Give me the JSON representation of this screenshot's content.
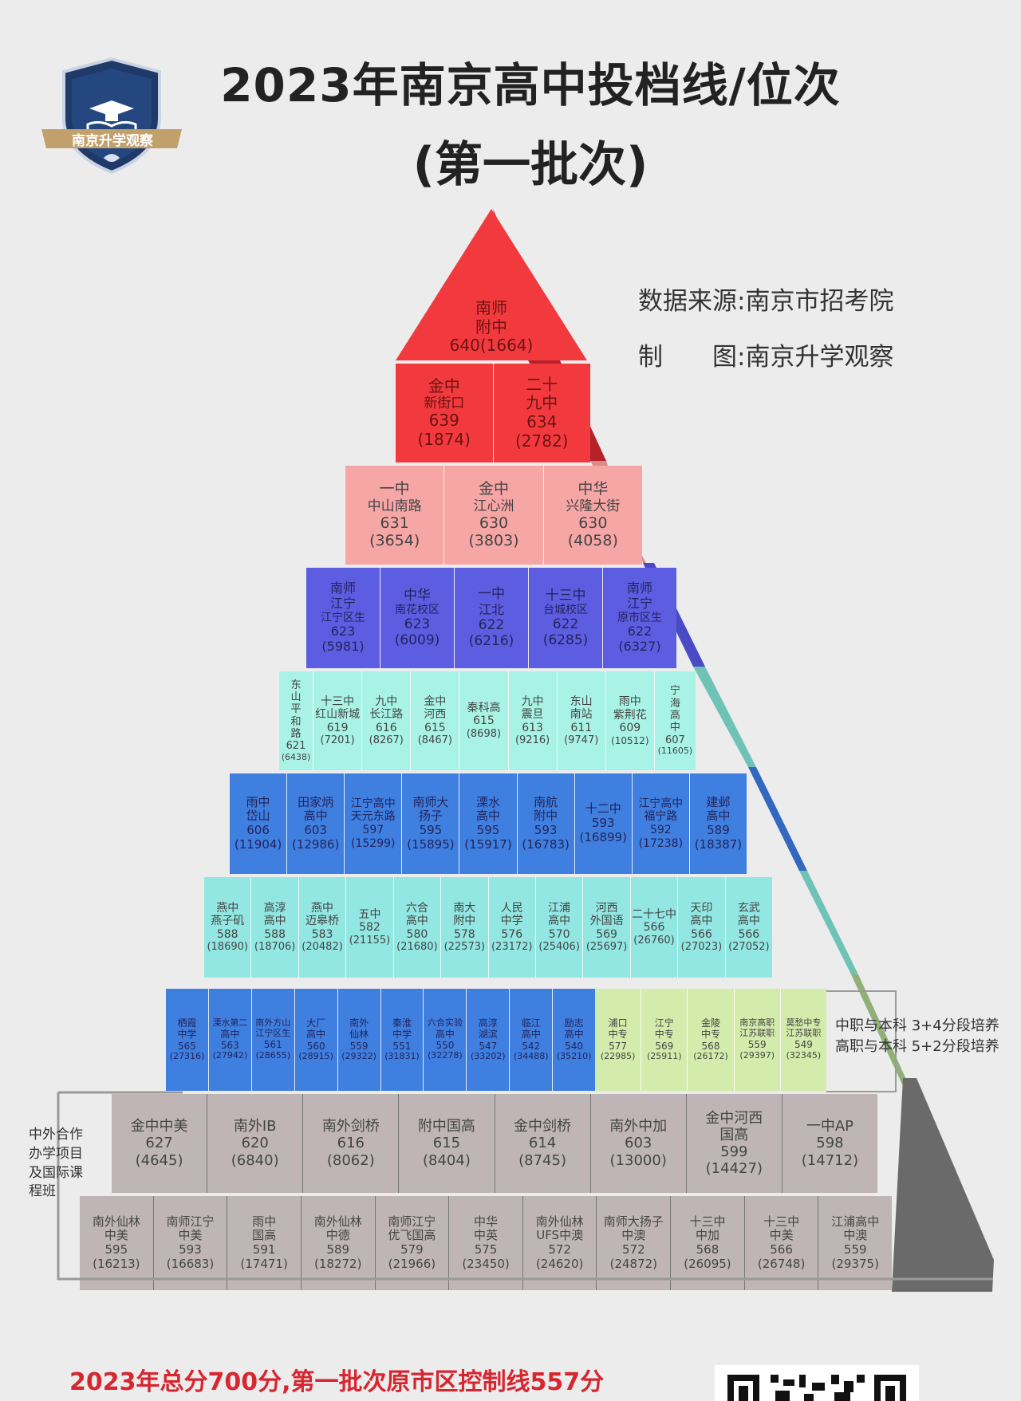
{
  "logo": {
    "text": "南京升学观察",
    "icon": "graduation-cap-book-shield-icon"
  },
  "title": {
    "line1": "2023年南京高中投档线/位次",
    "line2": "(第一批次)"
  },
  "credits": {
    "source_label": "数据来源:",
    "source_value": "南京市招考院",
    "maker_label_a": "制",
    "maker_label_b": "图:",
    "maker_value": "南京升学观察"
  },
  "colors": {
    "red": "#f23a3e",
    "pink": "#f7a6a6",
    "purple": "#5d5de2",
    "mint": "#a9f3e6",
    "blue": "#3f7fe0",
    "cyan": "#92e7e3",
    "lime": "#d3ebab",
    "grey": "#bfb5b6",
    "footer_red": "#d62630"
  },
  "tiers": [
    [
      {
        "name": "南师附中",
        "score": "640",
        "rank": "(1664)"
      }
    ],
    [
      {
        "name": "金中",
        "sub": "新街口",
        "score": "639",
        "rank": "(1874)"
      },
      {
        "name": "二十九中",
        "score": "634",
        "rank": "(2782)"
      }
    ],
    [
      {
        "name": "一中",
        "sub": "中山南路",
        "score": "631",
        "rank": "(3654)"
      },
      {
        "name": "金中",
        "sub": "江心洲",
        "score": "630",
        "rank": "(3803)"
      },
      {
        "name": "中华",
        "sub": "兴隆大街",
        "score": "630",
        "rank": "(4058)"
      }
    ],
    [
      {
        "name": "南师江宁",
        "sub": "江宁区生",
        "score": "623",
        "rank": "(5981)"
      },
      {
        "name": "中华",
        "sub": "南花校区",
        "score": "623",
        "rank": "(6009)"
      },
      {
        "name": "一中",
        "sub": "江北",
        "score": "622",
        "rank": "(6216)"
      },
      {
        "name": "十三中",
        "sub": "台城校区",
        "score": "622",
        "rank": "(6285)"
      },
      {
        "name": "南师江宁",
        "sub": "原市区生",
        "score": "622",
        "rank": "(6327)"
      }
    ],
    [
      {
        "name": "东山平和路",
        "score": "621",
        "rank": "(6438)"
      },
      {
        "name": "十三中",
        "sub": "红山新城",
        "score": "619",
        "rank": "(7201)"
      },
      {
        "name": "九中",
        "sub": "长江路",
        "score": "616",
        "rank": "(8267)"
      },
      {
        "name": "金中",
        "sub": "河西",
        "score": "615",
        "rank": "(8467)"
      },
      {
        "name": "秦科高",
        "score": "615",
        "rank": "(8698)"
      },
      {
        "name": "九中",
        "sub": "震旦",
        "score": "613",
        "rank": "(9216)"
      },
      {
        "name": "东山",
        "sub": "南站",
        "score": "611",
        "rank": "(9747)"
      },
      {
        "name": "雨中",
        "sub": "紫荆花",
        "score": "609",
        "rank": "(10512)"
      },
      {
        "name": "宁海高中",
        "score": "607",
        "rank": "(11605)"
      }
    ],
    [
      {
        "name": "雨中",
        "sub": "岱山",
        "score": "606",
        "rank": "(11904)"
      },
      {
        "name": "田家炳",
        "sub": "高中",
        "score": "603",
        "rank": "(12986)"
      },
      {
        "name": "江宁高中",
        "sub": "天元东路",
        "score": "597",
        "rank": "(15299)"
      },
      {
        "name": "南师大",
        "sub": "扬子",
        "score": "595",
        "rank": "(15895)"
      },
      {
        "name": "溧水",
        "sub": "高中",
        "score": "595",
        "rank": "(15917)"
      },
      {
        "name": "南航",
        "sub": "附中",
        "score": "593",
        "rank": "(16783)"
      },
      {
        "name": "十二中",
        "score": "593",
        "rank": "(16899)"
      },
      {
        "name": "江宁高中",
        "sub": "福宁路",
        "score": "592",
        "rank": "(17238)"
      },
      {
        "name": "建邺",
        "sub": "高中",
        "score": "589",
        "rank": "(18387)"
      }
    ],
    [
      {
        "name": "燕中",
        "sub": "燕子矶",
        "score": "588",
        "rank": "(18690)"
      },
      {
        "name": "高淳",
        "sub": "高中",
        "score": "588",
        "rank": "(18706)"
      },
      {
        "name": "燕中",
        "sub": "迈皋桥",
        "score": "583",
        "rank": "(20482)"
      },
      {
        "name": "五中",
        "score": "582",
        "rank": "(21155)"
      },
      {
        "name": "六合",
        "sub": "高中",
        "score": "580",
        "rank": "(21680)"
      },
      {
        "name": "南大",
        "sub": "附中",
        "score": "578",
        "rank": "(22573)"
      },
      {
        "name": "人民",
        "sub": "中学",
        "score": "576",
        "rank": "(23172)"
      },
      {
        "name": "江浦",
        "sub": "高中",
        "score": "570",
        "rank": "(25406)"
      },
      {
        "name": "河西",
        "sub": "外国语",
        "score": "569",
        "rank": "(25697)"
      },
      {
        "name": "二十七中",
        "score": "566",
        "rank": "(26760)"
      },
      {
        "name": "天印",
        "sub": "高中",
        "score": "566",
        "rank": "(27023)"
      },
      {
        "name": "玄武",
        "sub": "高中",
        "score": "566",
        "rank": "(27052)"
      }
    ],
    [
      {
        "name": "栖霞",
        "sub": "中学",
        "score": "565",
        "rank": "(27316)"
      },
      {
        "name": "溧水第二",
        "sub": "高中",
        "score": "563",
        "rank": "(27942)"
      },
      {
        "name": "南外方山",
        "sub": "江宁区生",
        "score": "561",
        "rank": "(28655)"
      },
      {
        "name": "大厂",
        "sub": "高中",
        "score": "560",
        "rank": "(28915)"
      },
      {
        "name": "南外",
        "sub": "仙林",
        "score": "559",
        "rank": "(29322)"
      },
      {
        "name": "秦淮",
        "sub": "中学",
        "score": "551",
        "rank": "(31831)"
      },
      {
        "name": "六合实验",
        "sub": "高中",
        "score": "550",
        "rank": "(32278)"
      },
      {
        "name": "高淳",
        "sub": "湖滨",
        "score": "547",
        "rank": "(33202)"
      },
      {
        "name": "临江",
        "sub": "高中",
        "score": "542",
        "rank": "(34488)"
      },
      {
        "name": "励志",
        "sub": "高中",
        "score": "540",
        "rank": "(35210)"
      }
    ],
    [
      {
        "name": "浦口",
        "sub": "中专",
        "score": "577",
        "rank": "(22985)"
      },
      {
        "name": "江宁",
        "sub": "中专",
        "score": "569",
        "rank": "(25911)"
      },
      {
        "name": "金陵",
        "sub": "中专",
        "score": "568",
        "rank": "(26172)"
      },
      {
        "name": "南京高职",
        "sub": "江苏联职",
        "score": "559",
        "rank": "(29397)"
      },
      {
        "name": "莫愁中专",
        "sub": "江苏联职",
        "score": "549",
        "rank": "(32345)"
      }
    ],
    [
      {
        "name": "金中中美",
        "score": "627",
        "rank": "(4645)"
      },
      {
        "name": "南外IB",
        "score": "620",
        "rank": "(6840)"
      },
      {
        "name": "南外剑桥",
        "score": "616",
        "rank": "(8062)"
      },
      {
        "name": "附中国高",
        "score": "615",
        "rank": "(8404)"
      },
      {
        "name": "金中剑桥",
        "score": "614",
        "rank": "(8745)"
      },
      {
        "name": "南外中加",
        "score": "603",
        "rank": "(13000)"
      },
      {
        "name": "金中河西",
        "sub": "国高",
        "score": "599",
        "rank": "(14427)"
      },
      {
        "name": "一中AP",
        "score": "598",
        "rank": "(14712)"
      }
    ],
    [
      {
        "name": "南外仙林",
        "sub": "中美",
        "score": "595",
        "rank": "(16213)"
      },
      {
        "name": "南师江宁",
        "sub": "中美",
        "score": "593",
        "rank": "(16683)"
      },
      {
        "name": "雨中",
        "sub": "国高",
        "score": "591",
        "rank": "(17471)"
      },
      {
        "name": "南外仙林",
        "sub": "中德",
        "score": "589",
        "rank": "(18272)"
      },
      {
        "name": "南师江宁",
        "sub": "优飞国高",
        "score": "579",
        "rank": "(21966)"
      },
      {
        "name": "中华",
        "sub": "中英",
        "score": "575",
        "rank": "(23450)"
      },
      {
        "name": "南外仙林",
        "sub": "UFS中澳",
        "score": "572",
        "rank": "(24620)"
      },
      {
        "name": "南师大扬子",
        "sub": "中澳",
        "score": "572",
        "rank": "(24872)"
      },
      {
        "name": "十三中",
        "sub": "中加",
        "score": "568",
        "rank": "(26095)"
      },
      {
        "name": "十三中",
        "sub": "中美",
        "score": "566",
        "rank": "(26748)"
      },
      {
        "name": "江浦高中",
        "sub": "中澳",
        "score": "559",
        "rank": "(29375)"
      }
    ]
  ],
  "vocational_note": {
    "line1": "中职与本科 3+4分段培养",
    "line2": "高职与本科 5+2分段培养"
  },
  "intl_label": "中外合作办学项目及国际课程班",
  "footer_note": "2023年总分700分,第一批次原市区控制线557分",
  "qr": {
    "icon": "qr-code-icon"
  }
}
